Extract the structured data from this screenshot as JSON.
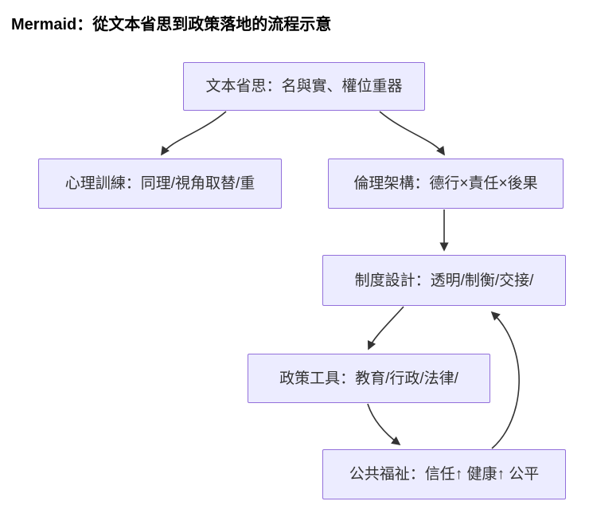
{
  "title": "Mermaid：從文本省思到政策落地的流程示意",
  "diagram": {
    "type": "flowchart",
    "direction": "top-down",
    "nodes": [
      {
        "id": "text-reflection",
        "label": "文本省思：名與實、權位重器"
      },
      {
        "id": "psych-training",
        "label": "心理訓練：同理/視角取替/重"
      },
      {
        "id": "ethics-framework",
        "label": "倫理架構：德行×責任×後果"
      },
      {
        "id": "institution-design",
        "label": "制度設計：透明/制衡/交接/"
      },
      {
        "id": "policy-tools",
        "label": "政策工具：教育/行政/法律/"
      },
      {
        "id": "public-welfare",
        "label": "公共福祉：信任↑ 健康↑ 公平"
      }
    ],
    "edges": [
      {
        "from": "文本省思：名與實、權位重器",
        "to": "心理訓練：同理/視角取替/重"
      },
      {
        "from": "文本省思：名與實、權位重器",
        "to": "倫理架構：德行×責任×後果"
      },
      {
        "from": "倫理架構：德行×責任×後果",
        "to": "制度設計：透明/制衡/交接/"
      },
      {
        "from": "制度設計：透明/制衡/交接/",
        "to": "政策工具：教育/行政/法律/"
      },
      {
        "from": "政策工具：教育/行政/法律/",
        "to": "公共福祉：信任↑ 健康↑ 公平"
      },
      {
        "from": "公共福祉：信任↑ 健康↑ 公平",
        "to": "制度設計：透明/制衡/交接/"
      }
    ],
    "colors": {
      "node_fill": "#ECECFF",
      "node_border": "#9370DB",
      "edge_line": "#333333",
      "title_text": "#000000",
      "node_text": "#333333"
    }
  }
}
